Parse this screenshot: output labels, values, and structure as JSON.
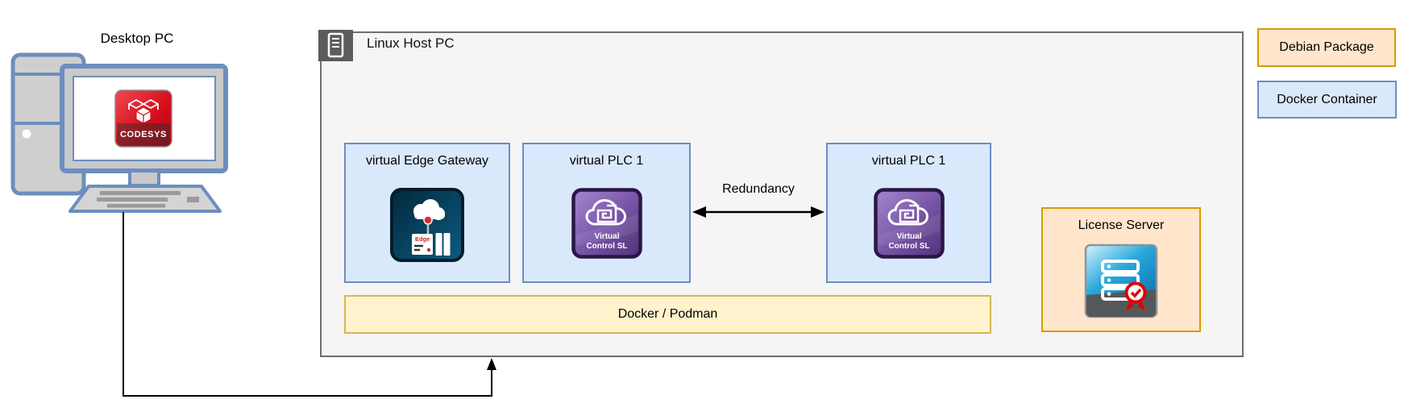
{
  "diagram": {
    "desktop_pc": {
      "title": "Desktop PC",
      "codesys_label": "CODESYS"
    },
    "linux_host": {
      "title": "Linux Host PC"
    },
    "containers": [
      {
        "label": "virtual Edge Gateway",
        "icon_label": "Edge"
      },
      {
        "label": "virtual PLC 1",
        "icon_line1": "Virtual",
        "icon_line2": "Control SL"
      },
      {
        "label": "virtual PLC 1",
        "icon_line1": "Virtual",
        "icon_line2": "Control SL"
      }
    ],
    "redundancy_label": "Redundancy",
    "license_server": {
      "label": "License Server"
    },
    "runtime_bar": {
      "label": "Docker / Podman"
    },
    "legend": [
      {
        "label": "Debian Package",
        "fill": "#ffe6cc",
        "border": "#d79b00"
      },
      {
        "label": "Docker Container",
        "fill": "#dae8fc",
        "border": "#6c8ebf"
      }
    ],
    "colors": {
      "container_fill": "#dae8fc",
      "container_border": "#6c8ebf",
      "package_fill": "#ffe6cc",
      "package_border": "#d79b00",
      "runtime_fill": "#fff2cc",
      "runtime_border": "#d6b656",
      "host_fill": "#f5f5f5",
      "host_border": "#666666",
      "codesys_red": "#d60f1d",
      "plc_icon_purple": "#6a4a99",
      "edge_icon_navy": "#0a4d6e",
      "license_icon_blue": "#1a93cf"
    }
  }
}
